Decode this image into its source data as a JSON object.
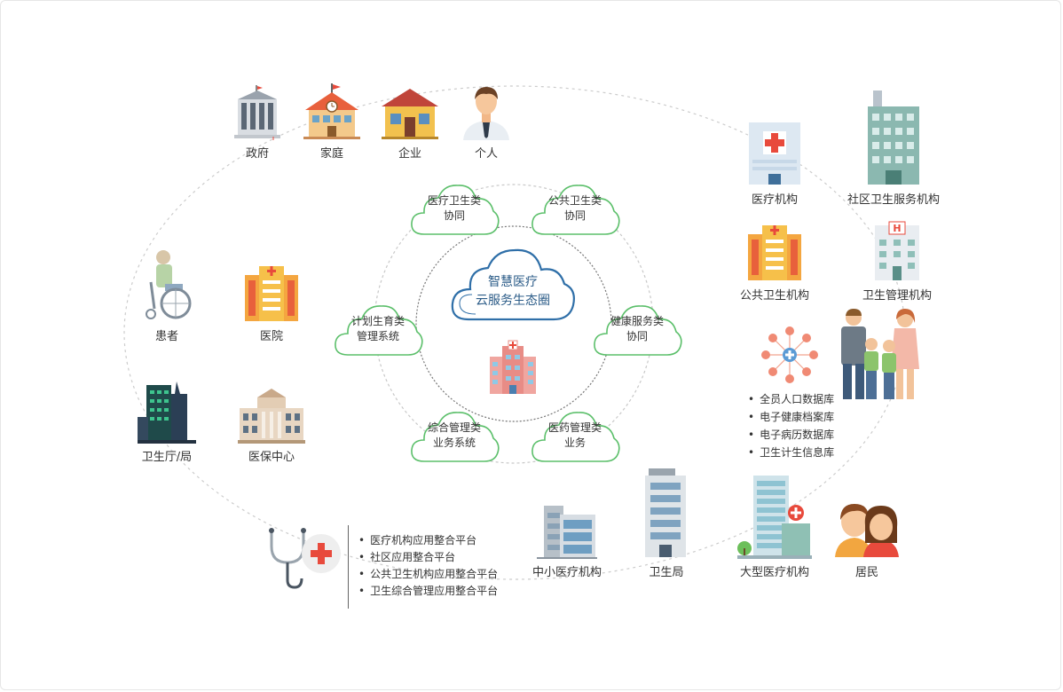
{
  "center": {
    "line1": "智慧医疗",
    "line2": "云服务生态圈"
  },
  "clouds": [
    {
      "line1": "医疗卫生类",
      "line2": "协同"
    },
    {
      "line1": "公共卫生类",
      "line2": "协同"
    },
    {
      "line1": "计划生育类",
      "line2": "管理系统"
    },
    {
      "line1": "健康服务类",
      "line2": "协同"
    },
    {
      "line1": "综合管理类",
      "line2": "业务系统"
    },
    {
      "line1": "医药管理类",
      "line2": "业务"
    }
  ],
  "top_nodes": [
    {
      "label": "政府",
      "icon": "government-building-icon"
    },
    {
      "label": "家庭",
      "icon": "school-house-icon"
    },
    {
      "label": "企业",
      "icon": "house-icon"
    },
    {
      "label": "个人",
      "icon": "person-icon"
    }
  ],
  "left_nodes": [
    {
      "label": "患者",
      "icon": "wheelchair-patient-icon"
    },
    {
      "label": "医院",
      "icon": "hospital-icon"
    },
    {
      "label": "卫生厅/局",
      "icon": "city-buildings-icon"
    },
    {
      "label": "医保中心",
      "icon": "classical-building-icon"
    }
  ],
  "right_nodes": [
    {
      "label": "医疗机构",
      "icon": "clinic-cross-icon"
    },
    {
      "label": "社区卫生服务机构",
      "icon": "tall-building-icon"
    },
    {
      "label": "公共卫生机构",
      "icon": "hospital-icon"
    },
    {
      "label": "卫生管理机构",
      "icon": "h-building-icon"
    }
  ],
  "bottom_nodes": [
    {
      "label": "中小医疗机构",
      "icon": "small-building-icon"
    },
    {
      "label": "卫生局",
      "icon": "office-tower-icon"
    },
    {
      "label": "大型医疗机构",
      "icon": "large-hospital-icon"
    },
    {
      "label": "居民",
      "icon": "residents-couple-icon"
    }
  ],
  "databases": [
    "全员人口数据库",
    "电子健康档案库",
    "电子病历数据库",
    "卫生计生信息库"
  ],
  "platforms": [
    "医疗机构应用整合平台",
    "社区应用整合平台",
    "公共卫生机构应用整合平台",
    "卫生综合管理应用整合平台"
  ],
  "colors": {
    "cloud_stroke": "#5bbf6a",
    "center_stroke": "#2f6fa8",
    "accent_red": "#e84a3c",
    "ring": "#bbbbbb"
  }
}
